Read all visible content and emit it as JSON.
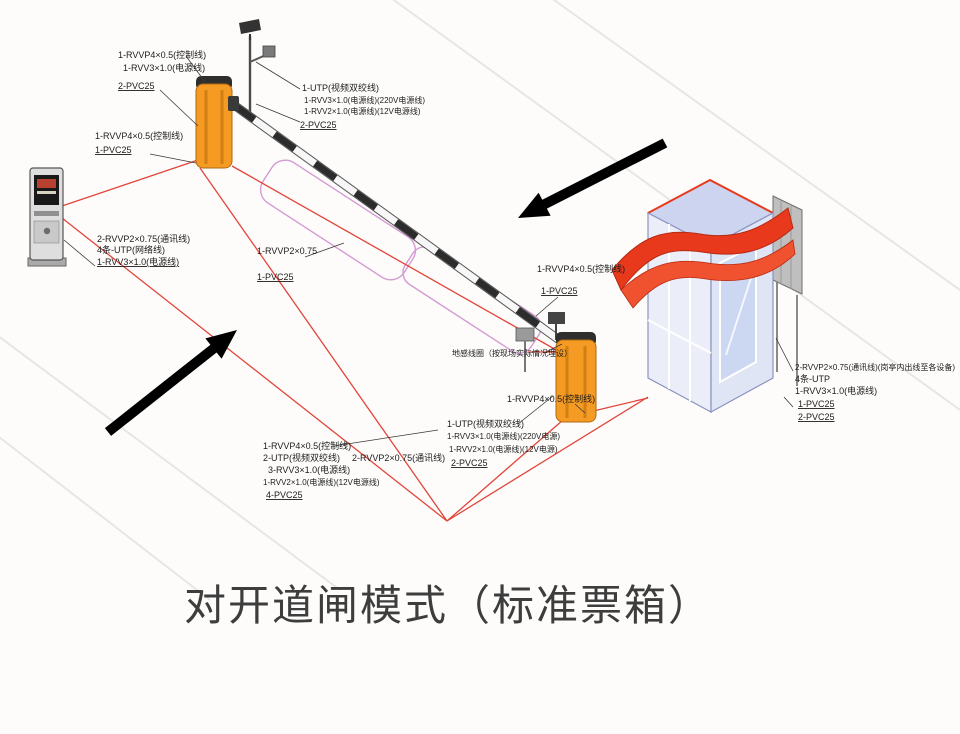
{
  "title": "对开道闸模式（标准票箱）",
  "colors": {
    "gate_orange": "#f59a23",
    "wire_red": "#e2443a",
    "island_purple": "#d49ad4",
    "booth_blue": "#ccd4ef",
    "canopy_red": "#e8391d",
    "arrow_black": "#000000"
  },
  "labels": {
    "gate1_cables": [
      "1-RVVP4×0.5(控制线)",
      "1-RVV3×1.0(电源线)",
      "2-PVC25"
    ],
    "left_cable": [
      "1-RVVP4×0.5(控制线)",
      "1-PVC25"
    ],
    "camera_cables": [
      "1-UTP(视频双绞线)",
      "1-RVV3×1.0(电源线)(220V电源线)",
      "1-RVV2×1.0(电源线)(12V电源线)",
      "2-PVC25"
    ],
    "ticket_cables": [
      "2-RVVP2×0.75(通讯线)",
      "4条-UTP(网络线)",
      "1-RVV3×1.0(电源线)"
    ],
    "island_cables": [
      "1-RVVP2×0.75",
      "1-PVC25"
    ],
    "gate2_cables": [
      "1-RVVP4×0.5(控制线)",
      "1-PVC25"
    ],
    "ground_loop": "地感线圈（按现场实际情况埋设）",
    "gate2_lower": [
      "1-RVVP4×0.5(控制线)",
      "1-UTP(视频双绞线)",
      "1-RVV3×1.0(电源线)(220V电源)",
      "1-RVV2×1.0(电源线)(12V电源)",
      "2-PVC25"
    ],
    "bottom_cables": [
      "1-RVVP4×0.5(控制线)",
      "2-UTP(视频双绞线)",
      "2-RVVP2×0.75(通讯线)",
      "3-RVV3×1.0(电源线)",
      "1-RVV2×1.0(电源线)(12V电源线)",
      "4-PVC25"
    ],
    "booth_cables": [
      "2-RVVP2×0.75(通讯线)(岗亭内出线至各设备)",
      "4条-UTP",
      "1-RVV3×1.0(电源线)",
      "1-PVC25",
      "2-PVC25"
    ]
  }
}
